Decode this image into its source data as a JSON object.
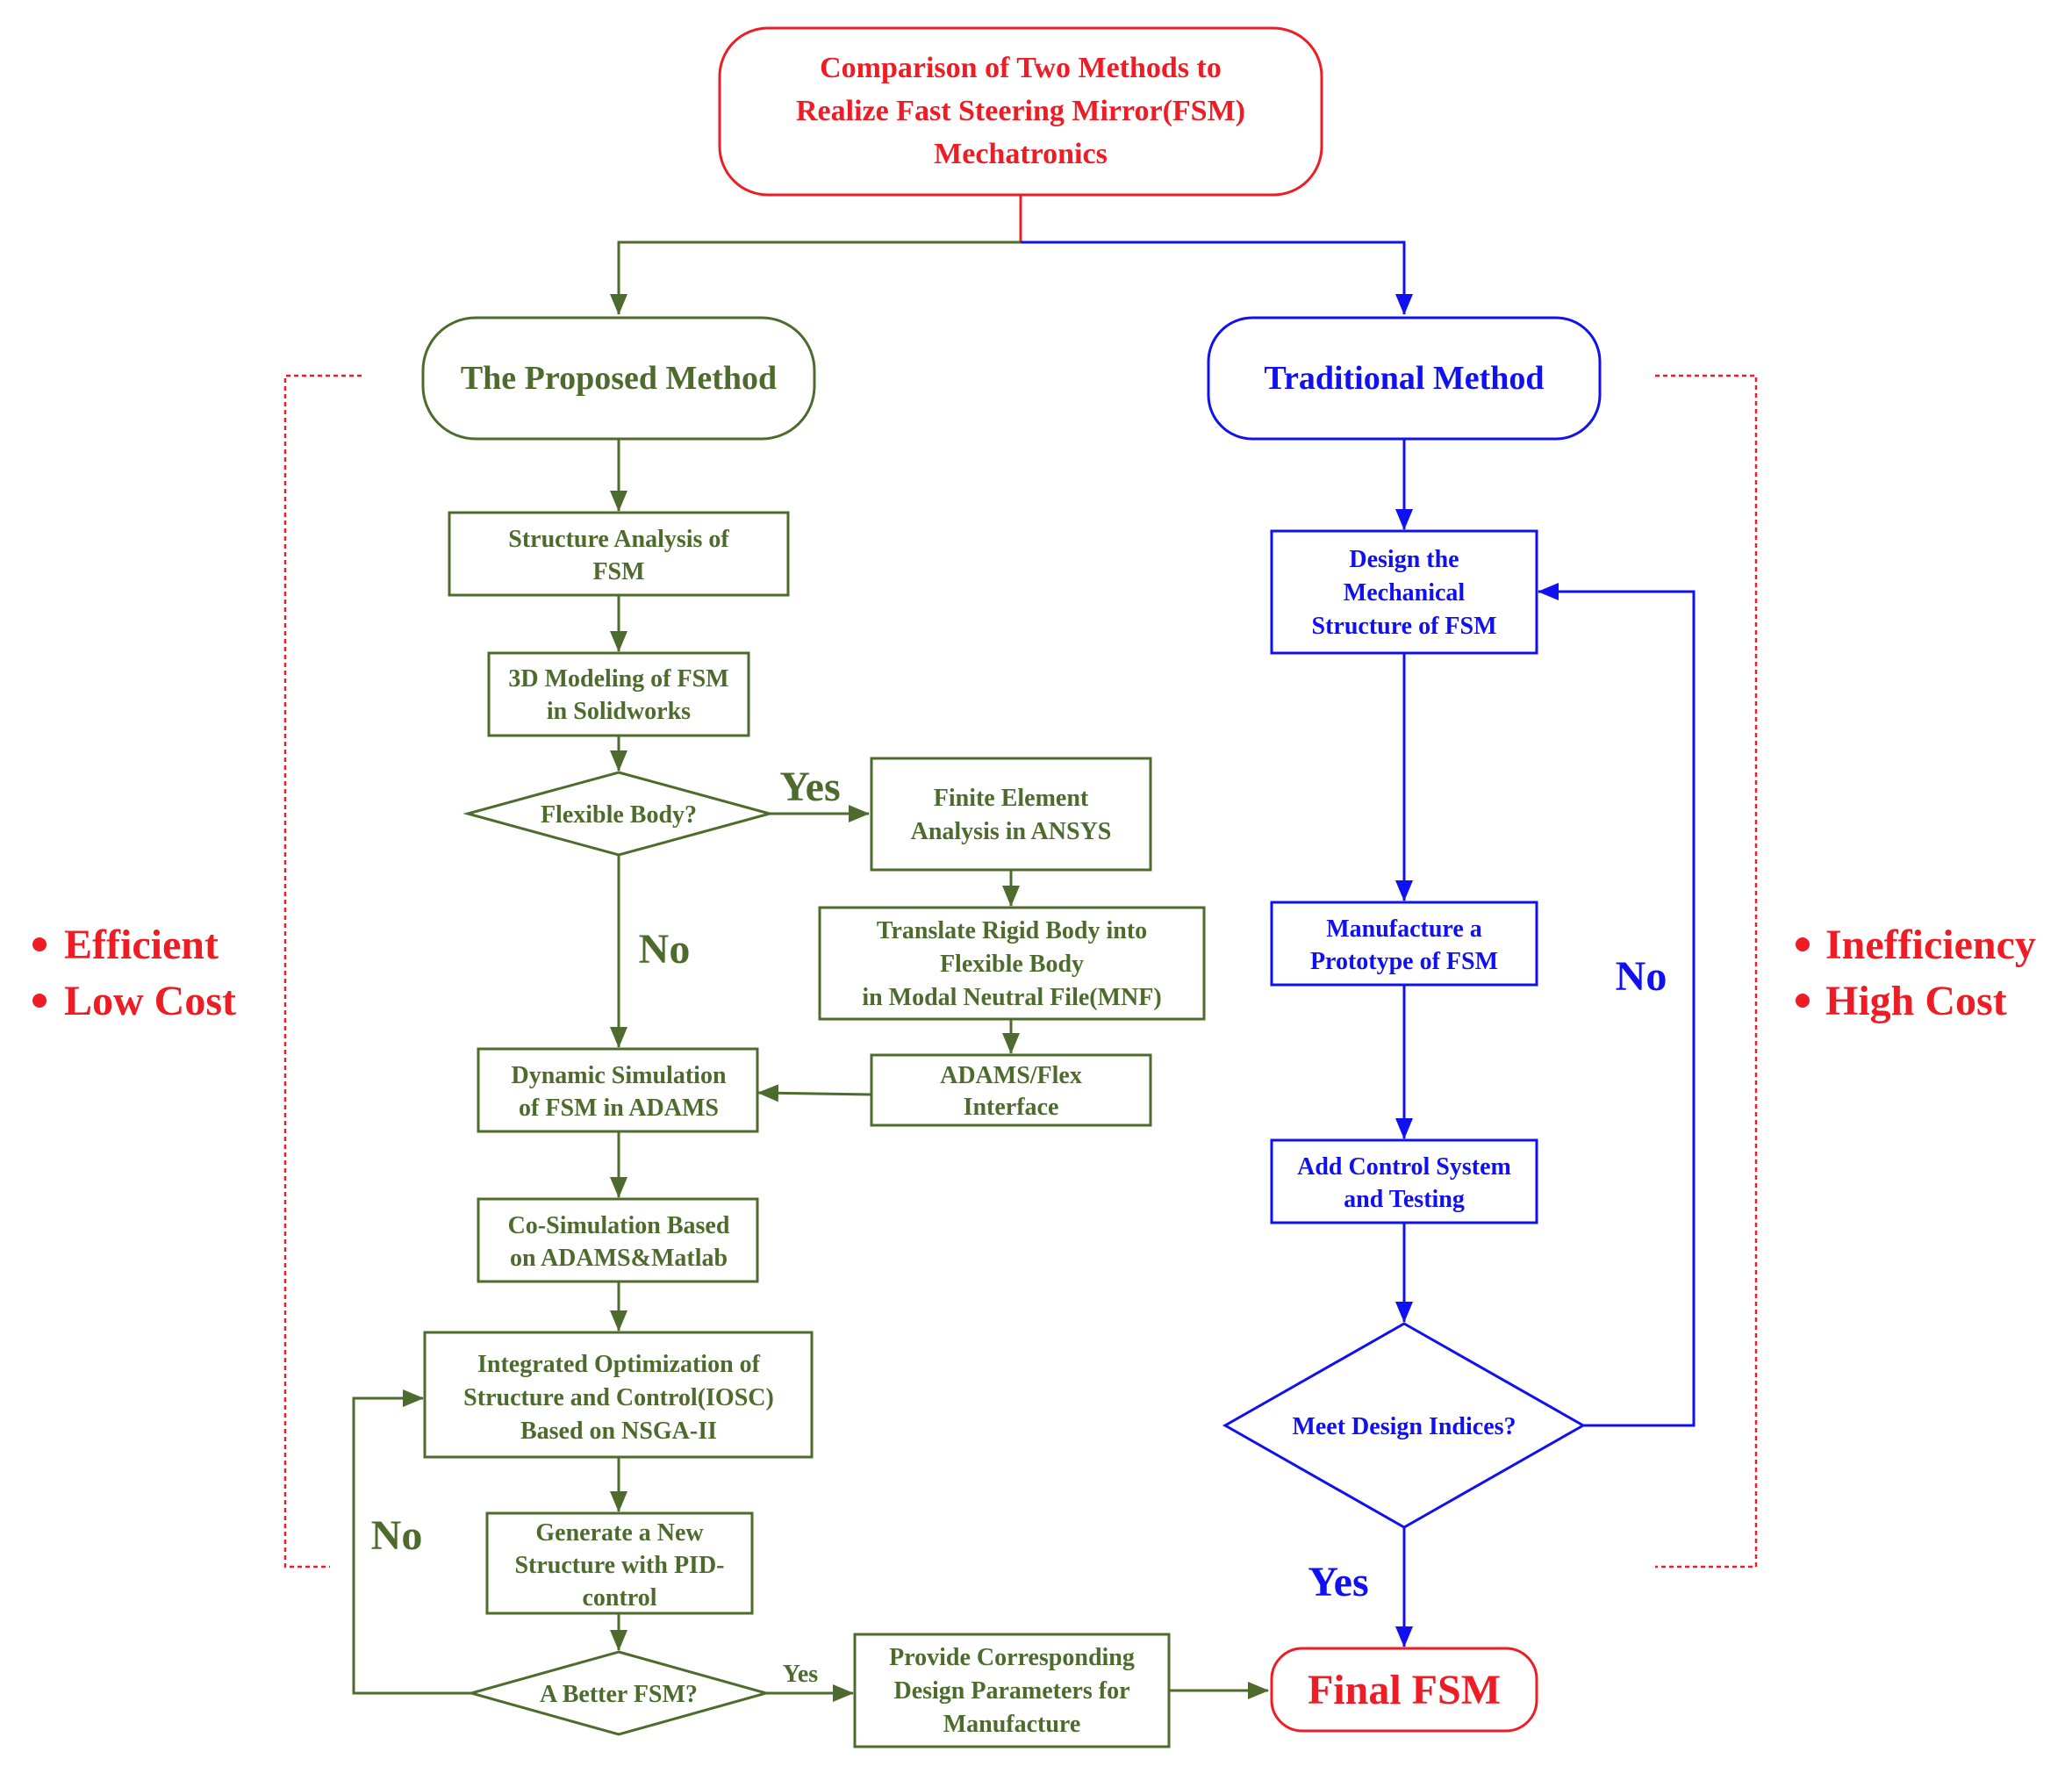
{
  "colors": {
    "red": "#ee1c24",
    "green": "#4e6b2e",
    "blue": "#1010f0"
  },
  "title": [
    "Comparison of Two Methods to",
    "Realize Fast Steering Mirror(FSM)",
    "Mechatronics"
  ],
  "proposed": {
    "header": "The Proposed Method",
    "structure_analysis": [
      "Structure Analysis of",
      "FSM"
    ],
    "modeling_3d": [
      "3D Modeling of FSM",
      "in Solidworks"
    ],
    "flexible_body_decision": "Flexible Body?",
    "yes_label": "Yes",
    "no_label": "No",
    "fea": [
      "Finite Element",
      "Analysis in ANSYS"
    ],
    "translate": [
      "Translate Rigid Body into",
      "Flexible Body",
      "in Modal Neutral File(MNF)"
    ],
    "adams_flex": [
      "ADAMS/Flex",
      "Interface"
    ],
    "dynamic_sim": [
      "Dynamic Simulation",
      "of FSM in ADAMS"
    ],
    "cosim": [
      "Co-Simulation Based",
      "on ADAMS&Matlab"
    ],
    "iosc": [
      "Integrated Optimization of",
      "Structure and Control(IOSC)",
      "Based on NSGA-II"
    ],
    "generate": [
      "Generate a New",
      "Structure with PID-",
      "control"
    ],
    "better_decision": "A Better FSM?",
    "better_yes": "Yes",
    "better_no": "No",
    "provide": [
      "Provide Corresponding",
      "Design Parameters for",
      "Manufacture"
    ],
    "merits": [
      "Efficient",
      "Low Cost"
    ]
  },
  "traditional": {
    "header": "Traditional Method",
    "design": [
      "Design the",
      "Mechanical",
      "Structure of FSM"
    ],
    "manufacture": [
      "Manufacture a",
      "Prototype of FSM"
    ],
    "control": [
      "Add Control System",
      "and Testing"
    ],
    "meet_decision": "Meet  Design Indices?",
    "no_label": "No",
    "yes_label": "Yes",
    "merits": [
      "Inefficiency",
      "High Cost"
    ]
  },
  "final": "Final FSM"
}
